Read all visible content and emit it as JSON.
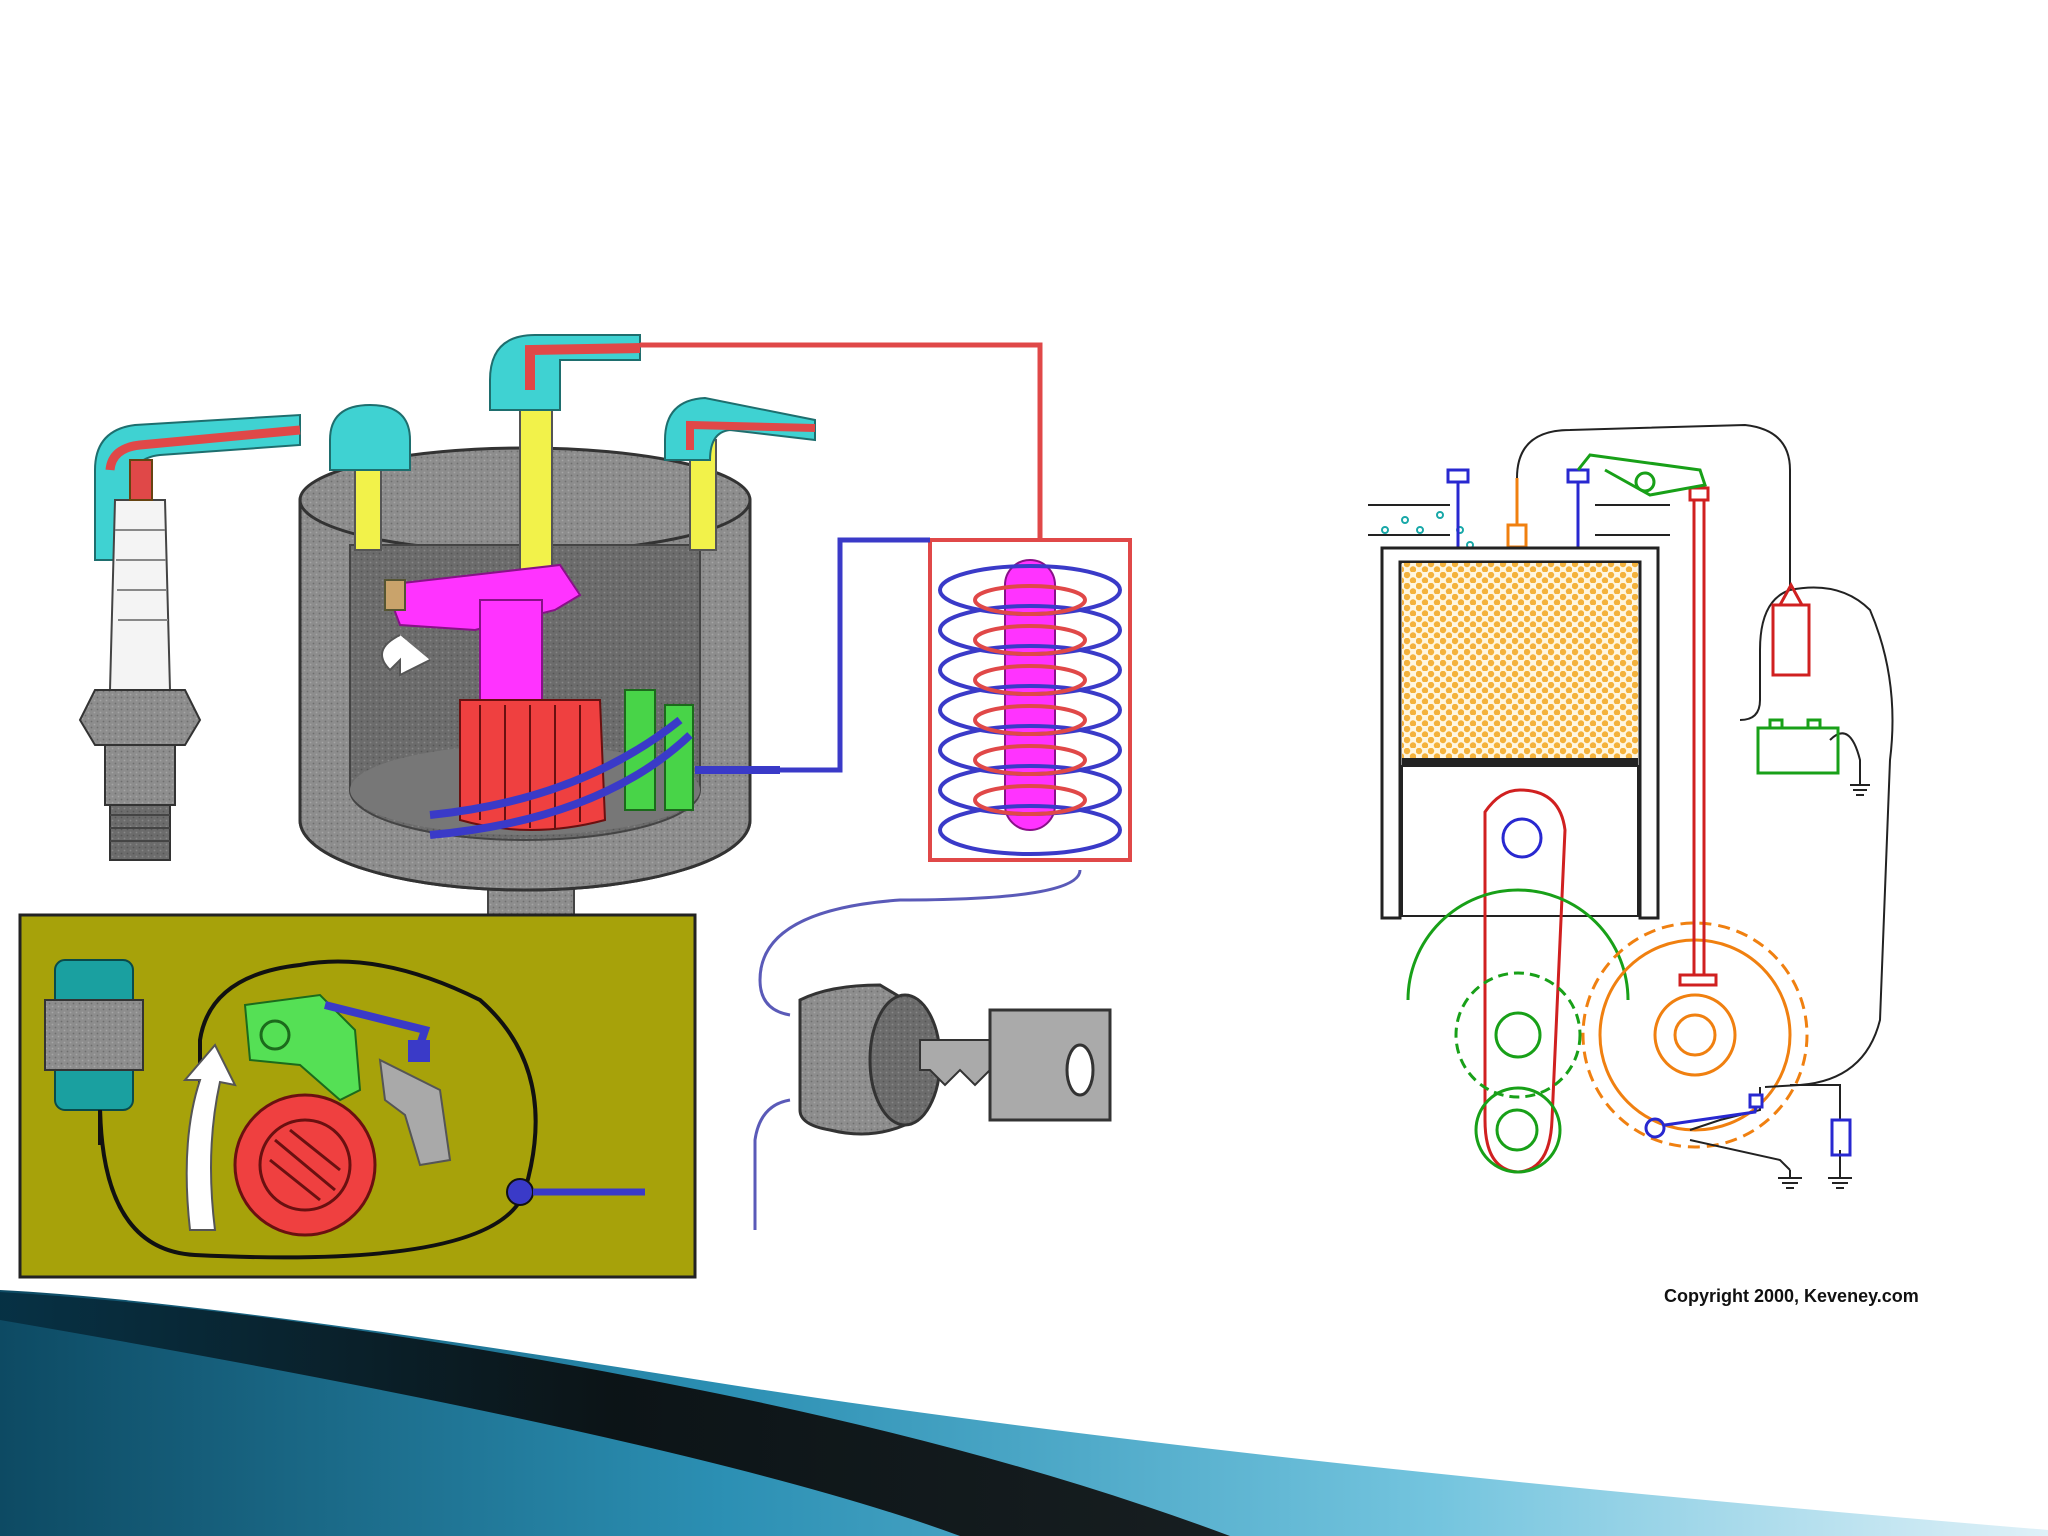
{
  "slide": {
    "colors": {
      "background": "#ffffff",
      "band_dark": "#0d4a63",
      "band_light": "#5ab7d6",
      "panel_olive": "#a7a20a",
      "distributor_gray": "#8d8d8d",
      "boot_cyan": "#3fd2d2",
      "rotor_magenta": "#ff33ff",
      "coil_blue": "#3a3ac8",
      "hv_red": "#e04848"
    }
  },
  "left_diagram": {
    "subject": "distributor ignition cutaway with coil, spark plug, ignition key and breaker-point inset",
    "icons": [
      "spark-plug-icon",
      "distributor-cap-icon",
      "rotor-icon",
      "ignition-coil-icon",
      "ignition-key-icon",
      "breaker-points-icon",
      "cam-icon",
      "condenser-icon"
    ]
  },
  "right_diagram": {
    "subject": "single cylinder engine with ignition circuit",
    "copyright": "Copyright 2000, Keveney.com",
    "colors": {
      "charge": "#f4b23c",
      "piston": "#222222",
      "valves": "#2828d0",
      "crank": "#d02020",
      "gear_small": "#18a018",
      "gear_large": "#f08010",
      "wire": "#222222"
    }
  }
}
